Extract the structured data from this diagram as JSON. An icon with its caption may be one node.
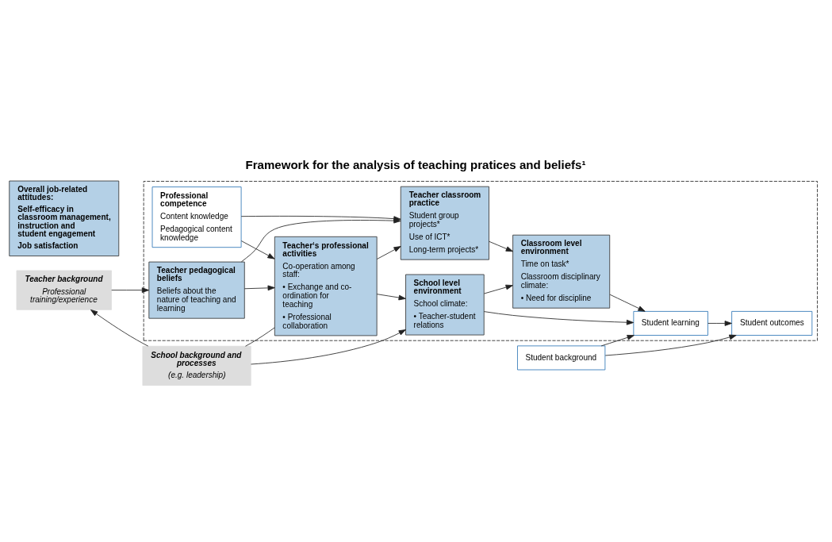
{
  "diagram": {
    "title": "Framework for the analysis of teaching pratices and beliefs¹",
    "nodes": [
      {
        "text": [],
        "shape": "box"
      },
      {
        "text": [
          "Professional competence",
          "Content knowledge",
          "Pedagogical content knowledge"
        ],
        "in": 0
      },
      {
        "text": [
          "Teacher pedagogical beliefs",
          "Beliefs about the nature of teaching and learning"
        ],
        "in": 0
      },
      {
        "text": [
          "Teacher classroom practice",
          "Student group projects*",
          "Use of ICT*",
          "Long-term projects*"
        ],
        "in": 0
      },
      {
        "text": [
          "Teacher‘s professional activities",
          "Co-operation among staff:",
          "• Exchange and co-ordination for teaching",
          "• Professional collaboration"
        ],
        "in": 0
      },
      {
        "text": [
          "Classroom level environment",
          "Time on task*",
          "Classroom disciplinary climate:",
          "• Need for discipline"
        ],
        "in": 0
      },
      {
        "text": [
          "School level environment",
          "School climate:",
          "• Teacher-student relations"
        ],
        "in": 0
      },
      {
        "text": [
          "Student learning"
        ],
        "in": 0
      },
      {
        "text": [
          "Student outcomes"
        ],
        "in": 0
      },
      {
        "text": [
          "Overall job-related attitudes:",
          "Self-efficacy in classroom management, instruction and student engagement",
          "Job satisfaction"
        ]
      },
      {
        "text": [
          "Teacher background",
          "Professional training/experience"
        ]
      },
      {
        "text": [
          "School background and processes",
          "(e.g. leadership)"
        ]
      },
      {
        "text": [
          "Student background"
        ]
      }
    ],
    "edges": [
      {
        "from": 1,
        "to": 3,
        "arrow": "to"
      },
      {
        "from": 1,
        "to": 4,
        "arrow": "to"
      },
      {
        "from": 2,
        "to": 3,
        "arrow": "to"
      },
      {
        "from": 2,
        "to": 4,
        "arrow": "to"
      },
      {
        "from": 3,
        "to": 5,
        "arrow": "to"
      },
      {
        "from": 4,
        "to": 3,
        "arrow": "to"
      },
      {
        "from": 4,
        "to": 6,
        "arrow": "to"
      },
      {
        "from": 6,
        "to": 5,
        "arrow": "to"
      },
      {
        "from": 5,
        "to": 7,
        "arrow": "to"
      },
      {
        "from": 6,
        "to": 7,
        "arrow": "to"
      },
      {
        "from": 7,
        "to": 8,
        "arrow": "to"
      },
      {
        "from": 12,
        "to": 7,
        "arrow": "to"
      },
      {
        "from": 12,
        "to": 8,
        "arrow": "to"
      },
      {
        "from": 10,
        "to": 2,
        "arrow": "to"
      },
      {
        "from": 11,
        "to": 10,
        "arrow": "to"
      },
      {
        "from": 11,
        "to": 4,
        "arrow": "none"
      },
      {
        "from": 11,
        "to": 6,
        "arrow": "to"
      }
    ]
  }
}
